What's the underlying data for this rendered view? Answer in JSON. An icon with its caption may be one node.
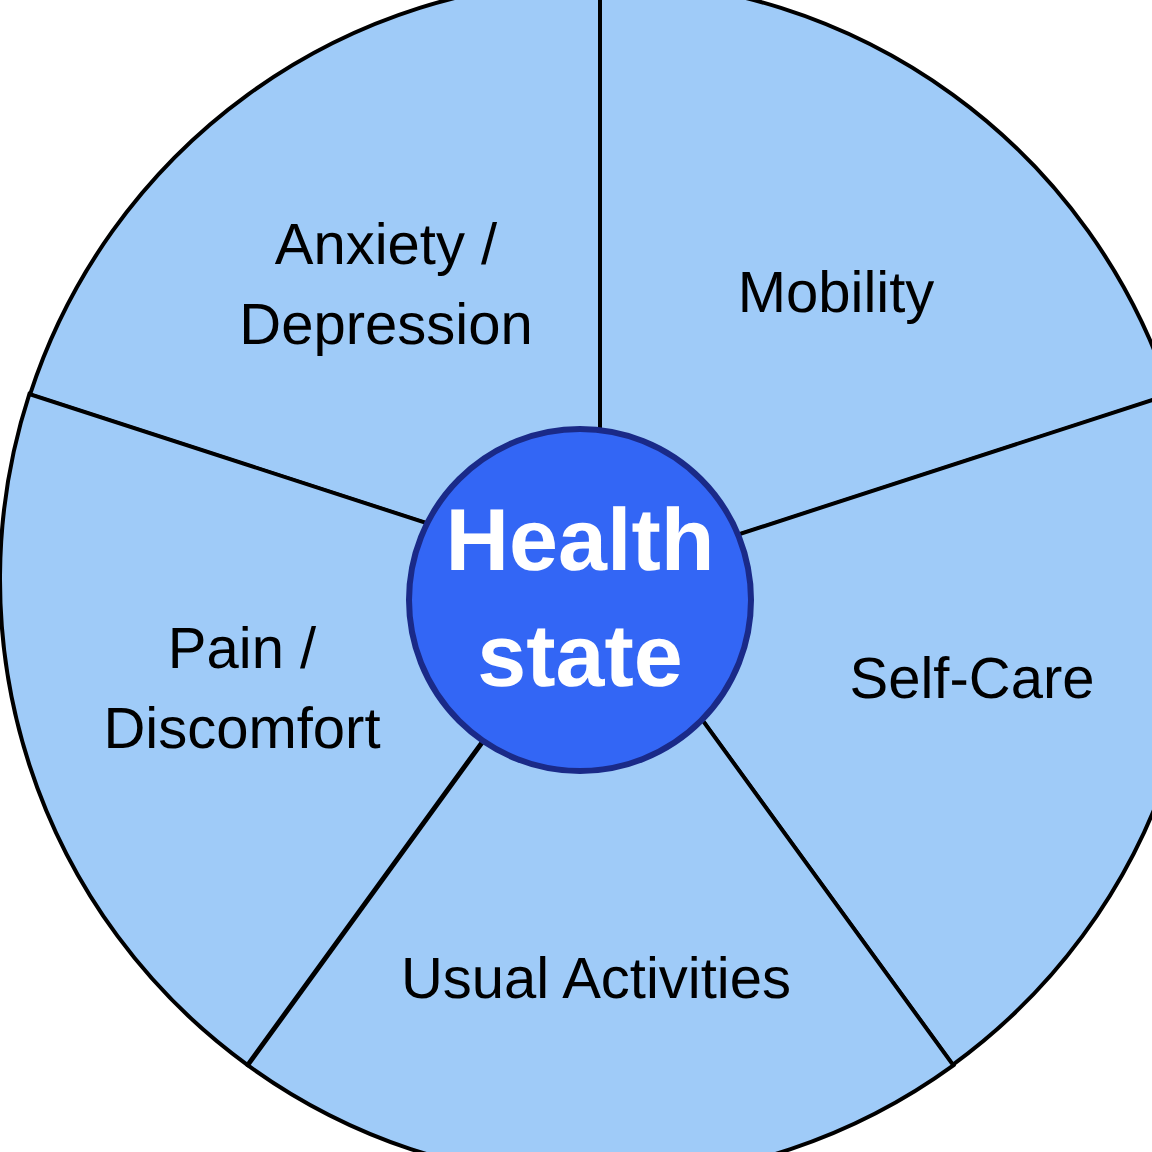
{
  "diagram": {
    "nodes": [
      {
        "text": [
          "Anxiety / Depression"
        ]
      },
      {
        "text": [
          "Mobility"
        ]
      },
      {
        "text": [
          "Health state"
        ]
      },
      {
        "text": [
          "Pain / Discomfort"
        ]
      },
      {
        "text": [
          "Self-Care"
        ]
      },
      {
        "text": [
          "Usual Activities"
        ]
      }
    ]
  }
}
